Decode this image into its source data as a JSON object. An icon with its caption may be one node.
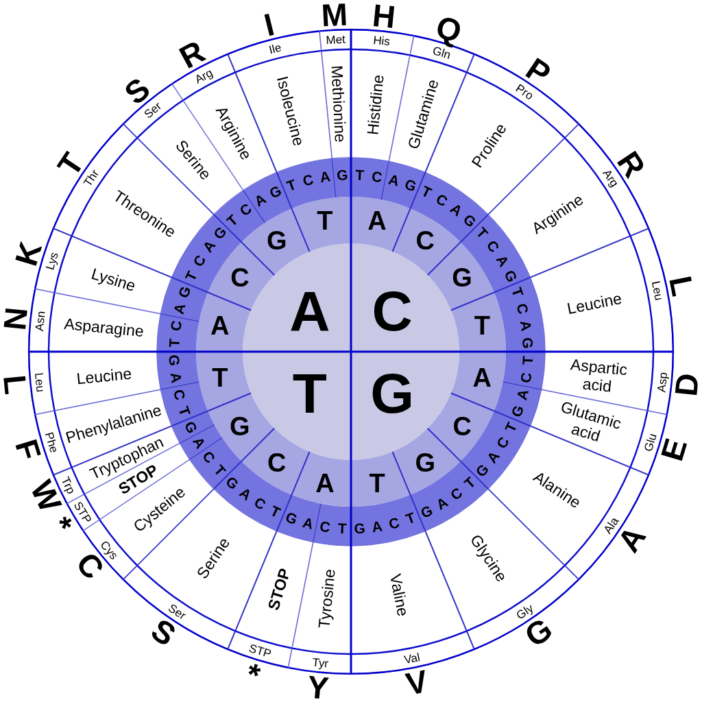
{
  "diagram": {
    "nodes": [
      {
        "text": [
          "A"
        ]
      },
      {
        "text": [
          "C"
        ]
      },
      {
        "text": [
          "T"
        ]
      },
      {
        "text": [
          "G"
        ]
      },
      {
        "text": [
          "A"
        ]
      },
      {
        "text": [
          "C"
        ]
      },
      {
        "text": [
          "G"
        ]
      },
      {
        "text": [
          "T"
        ]
      },
      {
        "text": [
          "A"
        ]
      },
      {
        "text": [
          "C"
        ]
      },
      {
        "text": [
          "G"
        ]
      },
      {
        "text": [
          "T"
        ]
      },
      {
        "text": [
          "A"
        ]
      },
      {
        "text": [
          "C"
        ]
      },
      {
        "text": [
          "G"
        ]
      },
      {
        "text": [
          "T"
        ]
      },
      {
        "text": [
          "A"
        ]
      },
      {
        "text": [
          "C"
        ]
      },
      {
        "text": [
          "G"
        ]
      },
      {
        "text": [
          "T"
        ]
      },
      {
        "text": [
          "Histidine"
        ]
      },
      {
        "text": [
          "Glutamine"
        ]
      },
      {
        "text": [
          "Proline"
        ]
      },
      {
        "text": [
          "Arginine"
        ]
      },
      {
        "text": [
          "Leucine"
        ]
      },
      {
        "text": [
          "Aspartic acid"
        ]
      },
      {
        "text": [
          "Glutamic acid"
        ]
      },
      {
        "text": [
          "Alanine"
        ]
      },
      {
        "text": [
          "Glycine"
        ]
      },
      {
        "text": [
          "Valine"
        ]
      },
      {
        "text": [
          "Tyrosine"
        ]
      },
      {
        "text": [
          "STOP"
        ]
      },
      {
        "text": [
          "Serine"
        ]
      },
      {
        "text": [
          "Cysteine"
        ]
      },
      {
        "text": [
          "STOP"
        ]
      },
      {
        "text": [
          "Tryptophan"
        ]
      },
      {
        "text": [
          "Phenylalanine"
        ]
      },
      {
        "text": [
          "Leucine"
        ]
      },
      {
        "text": [
          "Asparagine"
        ]
      },
      {
        "text": [
          "Lysine"
        ]
      },
      {
        "text": [
          "Threonine"
        ]
      },
      {
        "text": [
          "Serine"
        ]
      },
      {
        "text": [
          "Arginine"
        ]
      },
      {
        "text": [
          "Isoleucine"
        ]
      },
      {
        "text": [
          "Methionine"
        ]
      },
      {
        "text": [
          "His"
        ],
        "beside": [
          "H"
        ]
      },
      {
        "text": [
          "Gln"
        ],
        "beside": [
          "Q"
        ]
      },
      {
        "text": [
          "Pro"
        ],
        "beside": [
          "P"
        ]
      },
      {
        "text": [
          "Arg"
        ],
        "beside": [
          "R"
        ]
      },
      {
        "text": [
          "Leu"
        ],
        "beside": [
          "L"
        ]
      },
      {
        "text": [
          "Asp"
        ],
        "beside": [
          "D"
        ]
      },
      {
        "text": [
          "Glu"
        ],
        "beside": [
          "E"
        ]
      },
      {
        "text": [
          "Ala"
        ],
        "beside": [
          "A"
        ]
      },
      {
        "text": [
          "Gly"
        ],
        "beside": [
          "G"
        ]
      },
      {
        "text": [
          "Val"
        ],
        "beside": [
          "V"
        ]
      },
      {
        "text": [
          "Tyr"
        ],
        "beside": [
          "Y"
        ]
      },
      {
        "text": [
          "STP"
        ],
        "beside": [
          "*"
        ]
      },
      {
        "text": [
          "Ser"
        ],
        "beside": [
          "S"
        ]
      },
      {
        "text": [
          "Cys"
        ],
        "beside": [
          "C"
        ]
      },
      {
        "text": [
          "STP"
        ],
        "beside": [
          "*"
        ]
      },
      {
        "text": [
          "Trp"
        ],
        "beside": [
          "W"
        ]
      },
      {
        "text": [
          "Phe"
        ],
        "beside": [
          "F"
        ]
      },
      {
        "text": [
          "Leu"
        ],
        "beside": [
          "L"
        ]
      },
      {
        "text": [
          "Asn"
        ],
        "beside": [
          "N"
        ]
      },
      {
        "text": [
          "Lys"
        ],
        "beside": [
          "K"
        ]
      },
      {
        "text": [
          "Thr"
        ],
        "beside": [
          "T"
        ]
      },
      {
        "text": [
          "Ser"
        ],
        "beside": [
          "S"
        ]
      },
      {
        "text": [
          "Arg"
        ],
        "beside": [
          "R"
        ]
      },
      {
        "text": [
          "Ile"
        ],
        "beside": [
          "I"
        ]
      },
      {
        "text": [
          "Met"
        ],
        "beside": [
          "M"
        ]
      }
    ],
    "labels": [
      "T",
      "C",
      "A",
      "G",
      "T",
      "C",
      "A",
      "G",
      "T",
      "C",
      "A",
      "G",
      "T",
      "C",
      "A",
      "G",
      "T",
      "C",
      "A",
      "G",
      "T",
      "C",
      "A",
      "G",
      "T",
      "C",
      "A",
      "G",
      "T",
      "C",
      "A",
      "G",
      "T",
      "C",
      "A",
      "G",
      "T",
      "C",
      "A",
      "G",
      "T",
      "C",
      "A",
      "G",
      "T",
      "C",
      "A",
      "G",
      "T",
      "C",
      "A",
      "G",
      "T",
      "C",
      "A",
      "G",
      "T",
      "C",
      "A",
      "G",
      "T",
      "C",
      "A",
      "G"
    ]
  }
}
